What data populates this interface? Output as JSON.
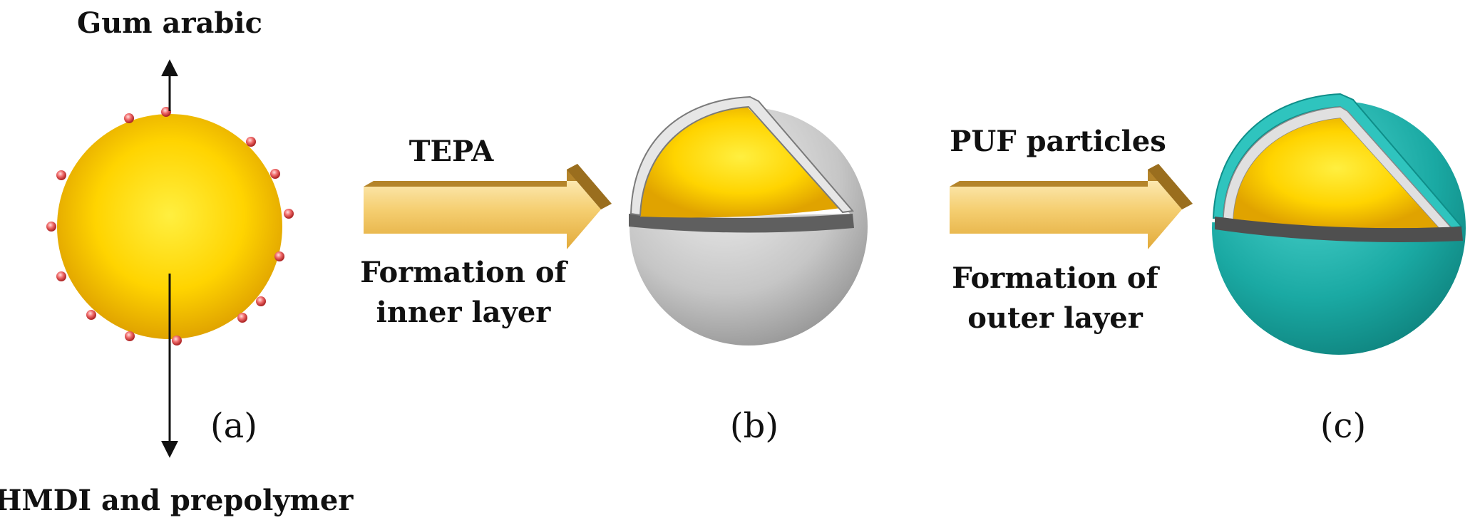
{
  "labels": {
    "gum_arabic": "Gum arabic",
    "hmdi_prepolymer": "HMDI and prepolymer",
    "step1_reagent": "TEPA",
    "step1_desc_line1": "Formation of",
    "step1_desc_line2": "inner layer",
    "step2_reagent": "PUF particles",
    "step2_desc_line1": "Formation of",
    "step2_desc_line2": "outer layer",
    "panel_a": "(a)",
    "panel_b": "(b)",
    "panel_c": "(c)"
  },
  "colors": {
    "core": "#f5c400",
    "inner_shell": "#c9c9c9",
    "outer_shell": "#1aa9a3",
    "surfactant_dot": "#e85a5a",
    "arrow": "#e8b43a"
  }
}
